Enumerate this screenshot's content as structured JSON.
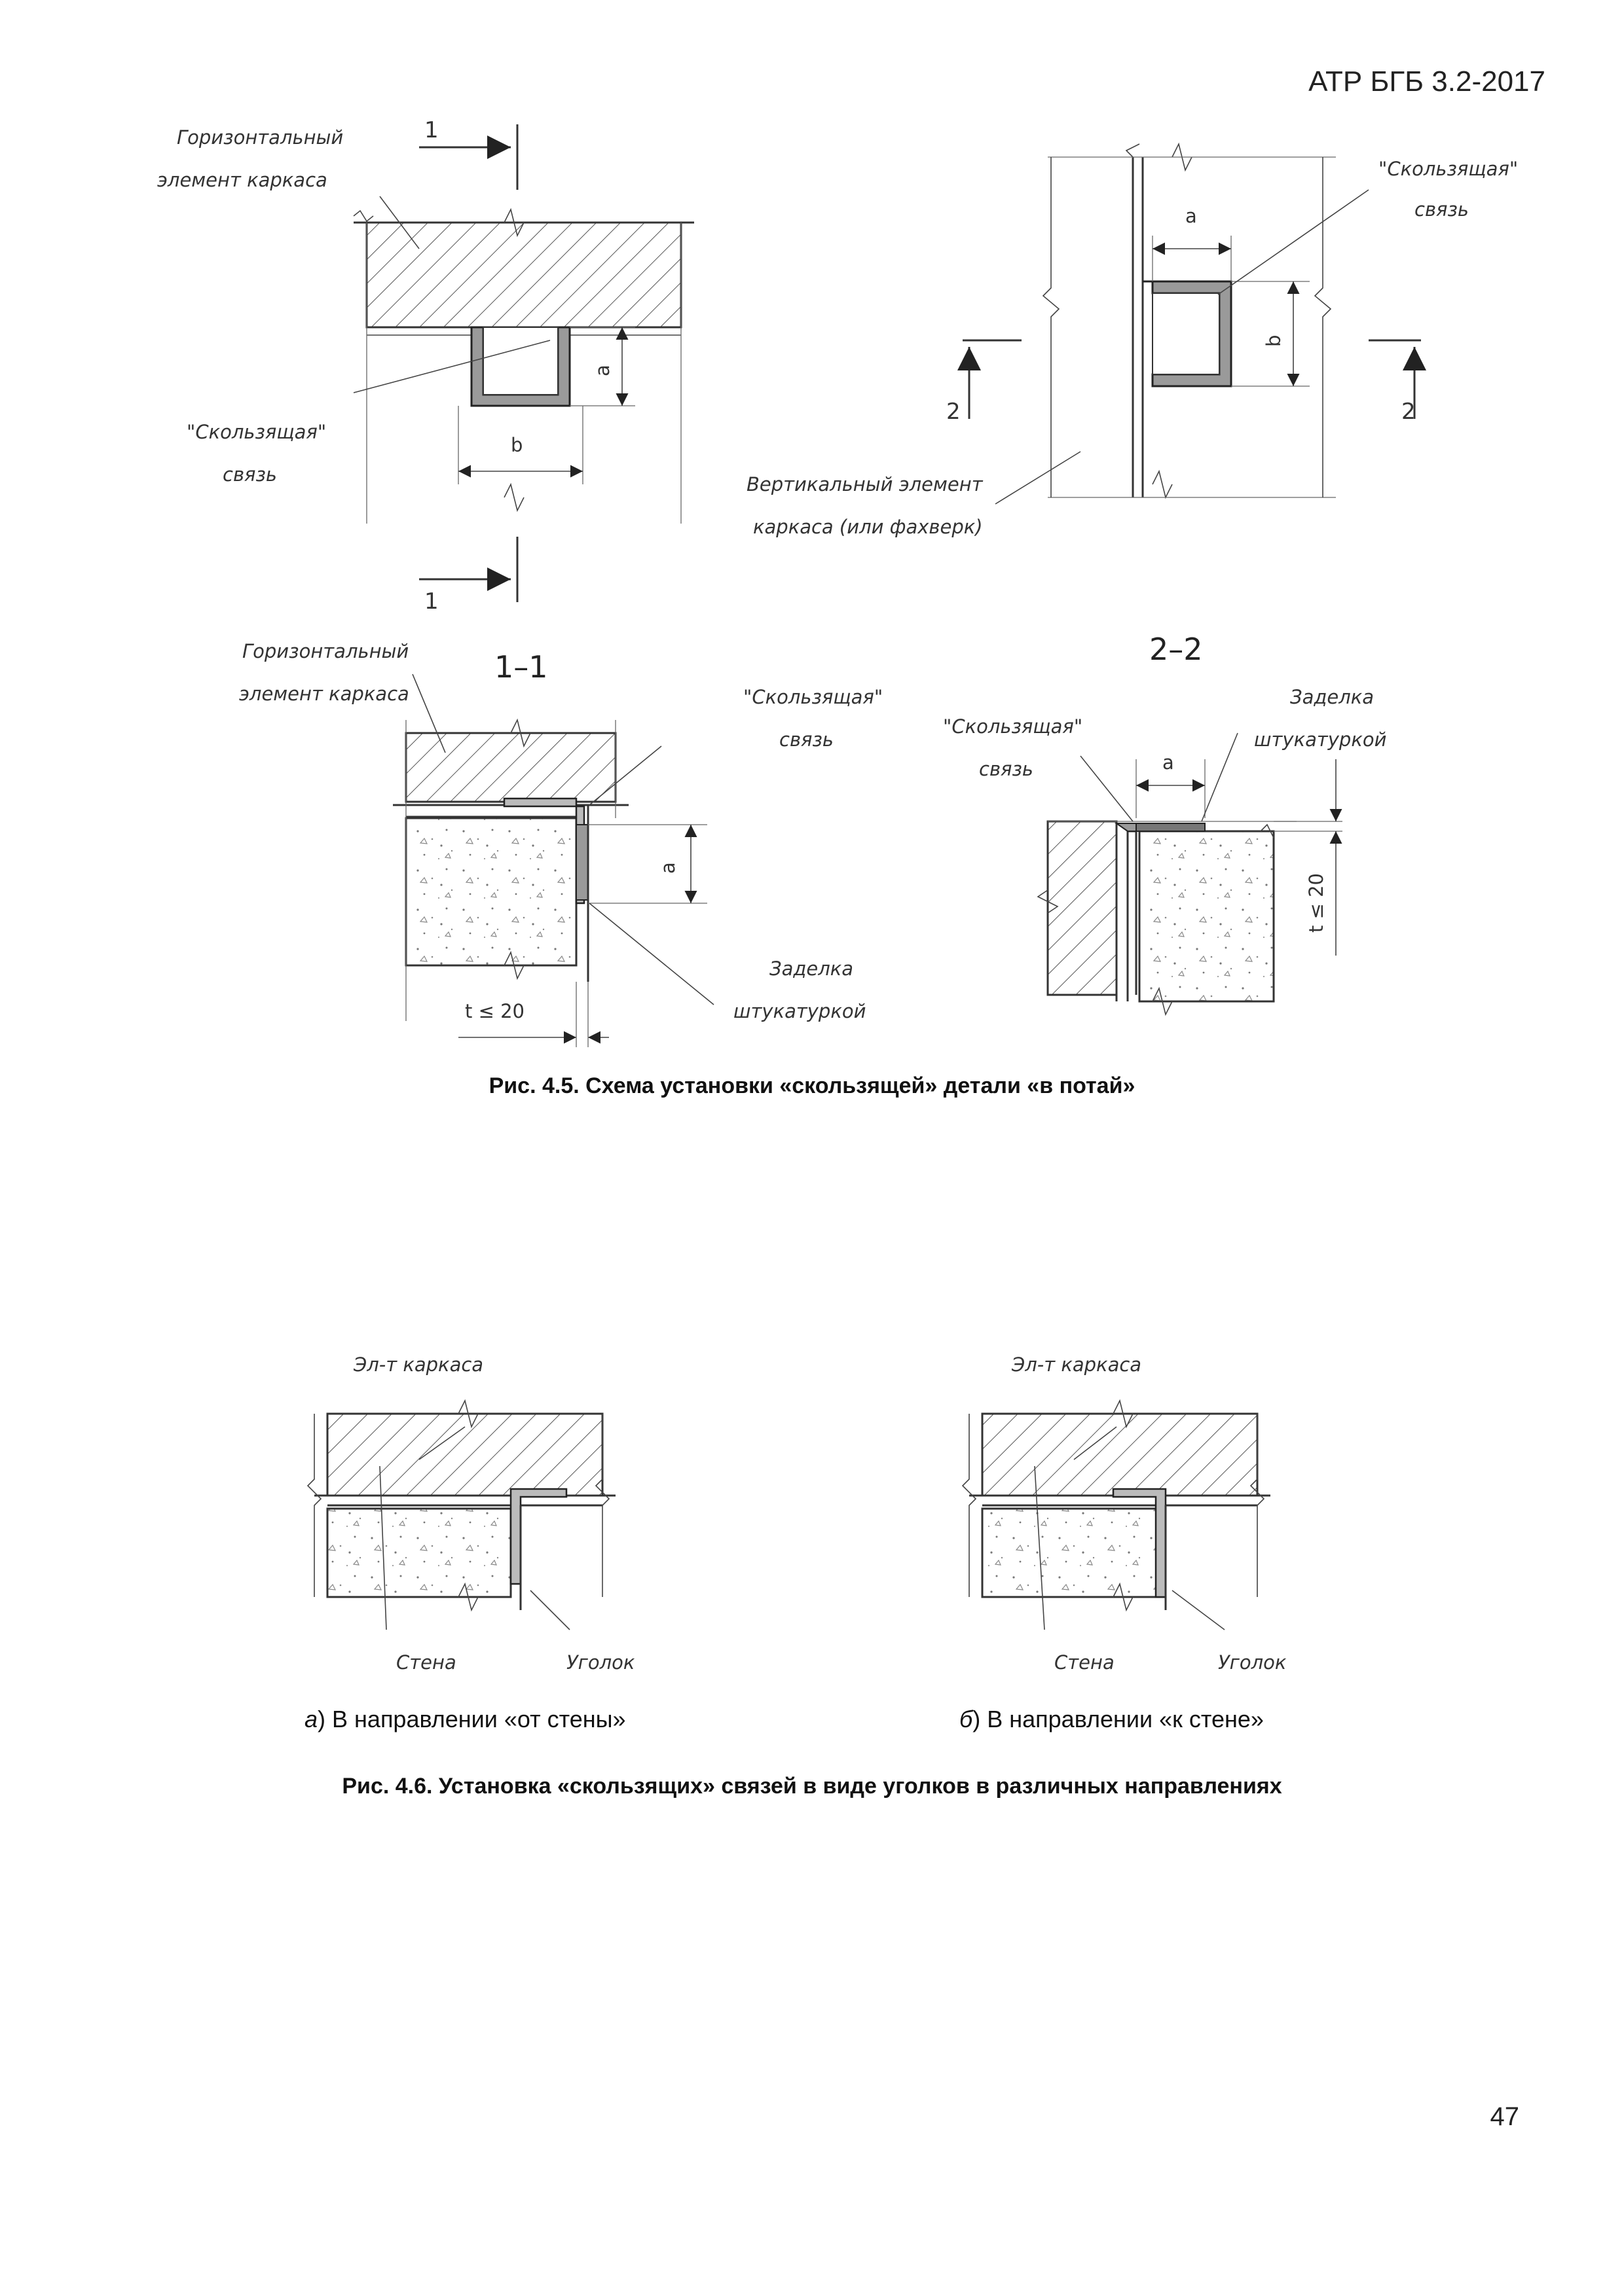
{
  "header": {
    "doc_code": "АТР БГБ 3.2-2017"
  },
  "figure_4_5": {
    "caption": "Рис. 4.5. Схема установки «скользящей» детали «в потай»",
    "plan_1": {
      "label_frame": [
        "Горизонтальный",
        "элемент каркаса"
      ],
      "label_tie": [
        "\"Скользящая\"",
        "связь"
      ],
      "dim_a": "a",
      "dim_b": "b",
      "cut_mark": "1"
    },
    "plan_2": {
      "label_tie": [
        "\"Скользящая\"",
        "связь"
      ],
      "label_frame": [
        "Вертикальный элемент",
        "каркаса (или фахверк)"
      ],
      "dim_a": "a",
      "dim_b": "b",
      "cut_mark": "2"
    },
    "section_1_1": {
      "title": "1–1",
      "label_frame": [
        "Горизонтальный",
        "элемент каркаса"
      ],
      "label_tie": [
        "\"Скользящая\"",
        "связь"
      ],
      "label_plaster": [
        "Заделка",
        "штукатуркой"
      ],
      "dim_a": "a",
      "dim_t": "t ≤ 20"
    },
    "section_2_2": {
      "title": "2–2",
      "label_tie": [
        "\"Скользящая\"",
        "связь"
      ],
      "label_plaster": [
        "Заделка",
        "штукатуркой"
      ],
      "dim_a": "a",
      "dim_t": "t ≤ 20"
    }
  },
  "figure_4_6": {
    "caption": "Рис. 4.6. Установка «скользящих» связей в виде уголков в различных направлениях",
    "panel_a": {
      "letter": "а",
      "caption": ") В направлении «от стены»",
      "label_frame": "Эл-т каркаса",
      "label_wall": "Стена",
      "label_angle": "Уголок"
    },
    "panel_b": {
      "letter": "б",
      "caption": ") В направлении «к стене»",
      "label_frame": "Эл-т каркаса",
      "label_wall": "Стена",
      "label_angle": "Уголок"
    }
  },
  "page_number": "47"
}
